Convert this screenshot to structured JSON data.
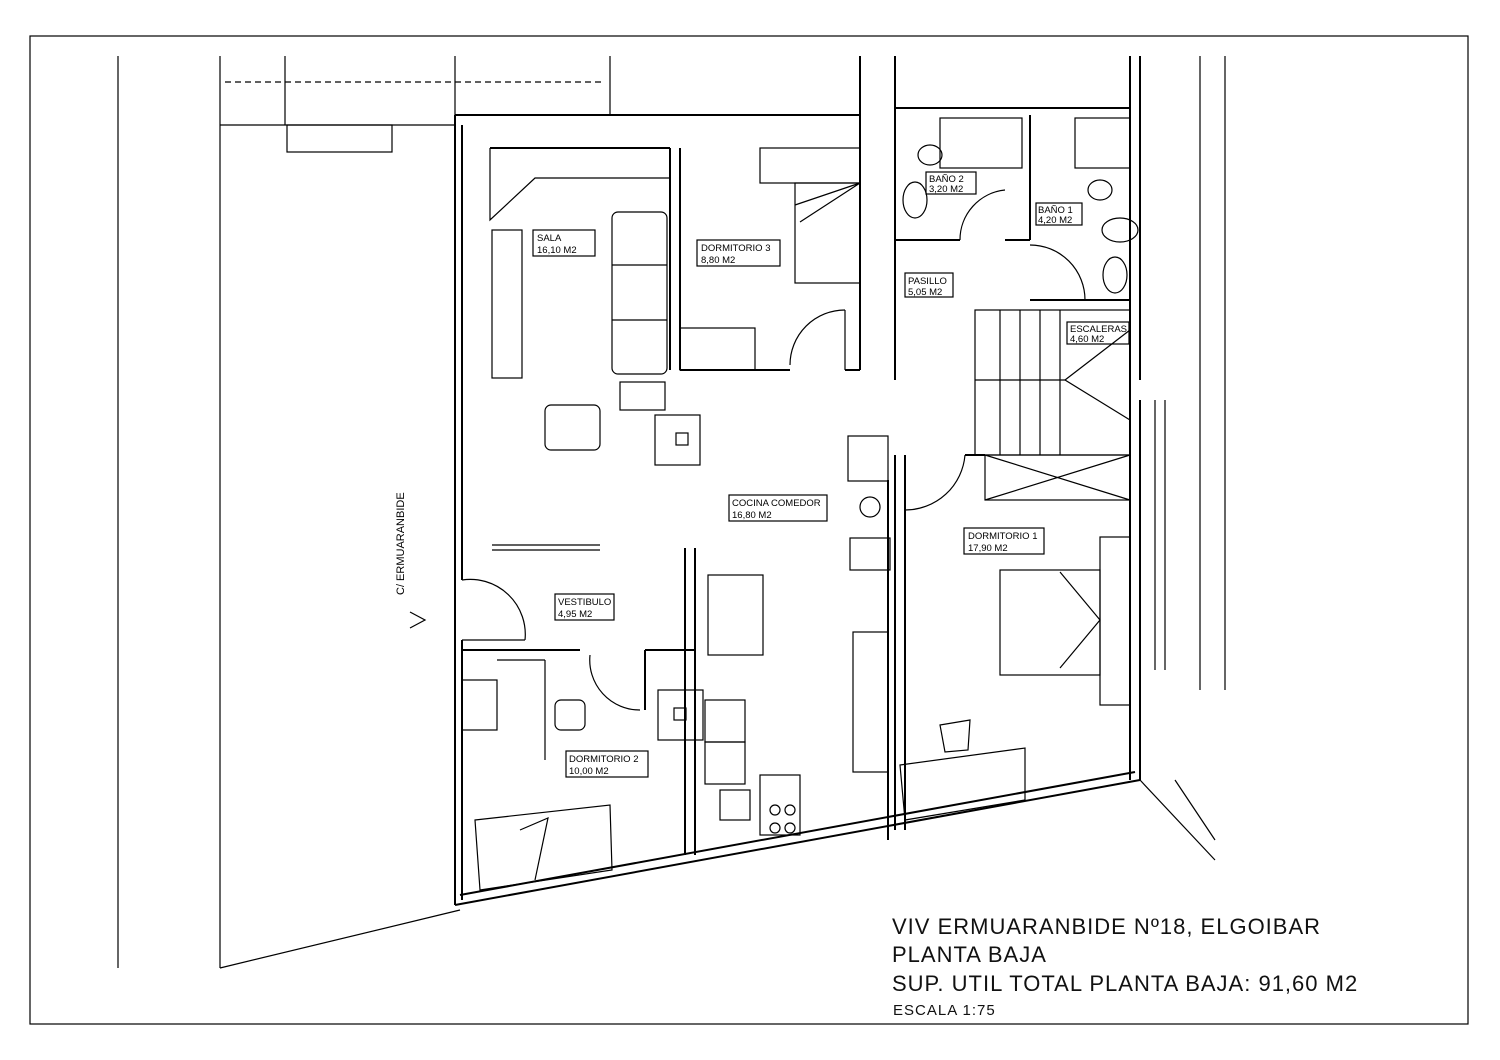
{
  "plan": {
    "street_label": "C/ ERMUARANBIDE",
    "rooms": [
      {
        "name": "SALA",
        "area": "16,10 M2"
      },
      {
        "name": "DORMITORIO 3",
        "area": "8,80 M2"
      },
      {
        "name": "BAÑO 2",
        "area": "3,20 M2"
      },
      {
        "name": "BAÑO 1",
        "area": "4,20 M2"
      },
      {
        "name": "PASILLO",
        "area": "5,05 M2"
      },
      {
        "name": "ESCALERAS",
        "area": "4,60 M2"
      },
      {
        "name": "COCINA COMEDOR",
        "area": "16,80 M2"
      },
      {
        "name": "DORMITORIO 1",
        "area": "17,90 M2"
      },
      {
        "name": "VESTIBULO",
        "area": "4,95 M2"
      },
      {
        "name": "DORMITORIO 2",
        "area": "10,00 M2"
      }
    ]
  },
  "title_block": {
    "line1": "VIV ERMUARANBIDE Nº18, ELGOIBAR",
    "line2": "PLANTA BAJA",
    "line3": "SUP. UTIL TOTAL PLANTA BAJA: 91,60 M2",
    "scale": "ESCALA 1:75"
  }
}
